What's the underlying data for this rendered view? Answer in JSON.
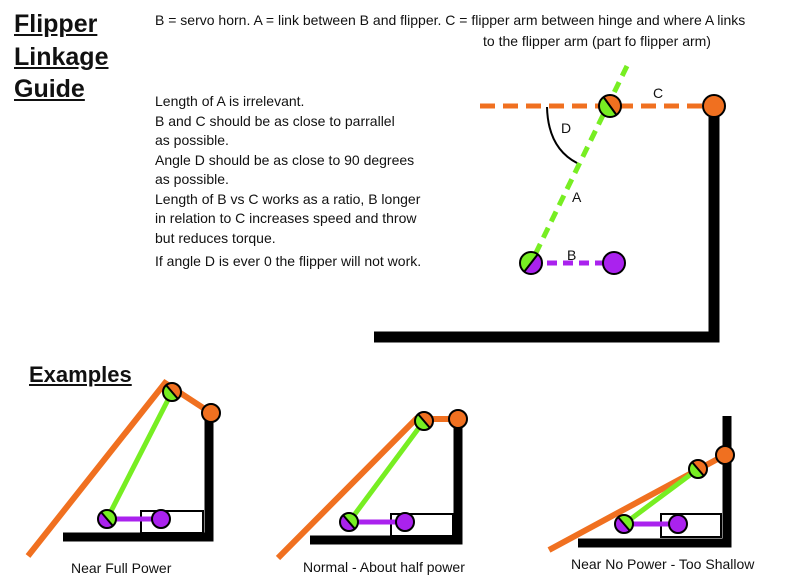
{
  "title": {
    "line1": "Flipper",
    "line2": "Linkage",
    "line3": "Guide"
  },
  "legend": {
    "line1": "B = servo horn. A = link between B and flipper. C = flipper arm between hinge and where A links",
    "line2": "to the flipper arm (part fo flipper arm)"
  },
  "notes": [
    "Length of A is irrelevant.",
    "B and C should be as close to parrallel",
    "as possible.",
    "Angle D should be as close to 90 degrees",
    "as possible.",
    "Length of B vs C works as a ratio, B longer",
    "in relation to C increases speed and throw",
    "but reduces torque.",
    "If angle D is ever 0 the flipper will not work."
  ],
  "diagram_labels": {
    "a": "A",
    "b": "B",
    "c": "C",
    "d": "D"
  },
  "examples_title": "Examples",
  "examples": [
    {
      "caption": "Near Full Power"
    },
    {
      "caption": "Normal - About half power"
    },
    {
      "caption": "Near No Power - Too Shallow"
    }
  ],
  "colors": {
    "orange": "#f07020",
    "green": "#77ee22",
    "purple": "#aa22ee",
    "black": "#000000"
  }
}
